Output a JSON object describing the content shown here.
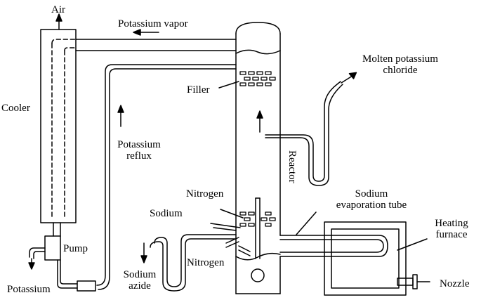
{
  "labels": {
    "air": "Air",
    "potassium_vapor": "Potassium vapor",
    "molten_kcl_line1": "Molten potassium",
    "molten_kcl_line2": "chloride",
    "filler": "Filler",
    "cooler": "Cooler",
    "potassium_reflux_line1": "Potassium",
    "potassium_reflux_line2": "reflux",
    "reactor": "Reactor",
    "nitrogen_top": "Nitrogen",
    "sodium_evap_line1": "Sodium",
    "sodium_evap_line2": "evaporation tube",
    "sodium": "Sodium",
    "heating_furnace_line1": "Heating",
    "heating_furnace_line2": "furnace",
    "pump": "Pump",
    "nitrogen_bottom": "Nitrogen",
    "sodium_azide_line1": "Sodium",
    "sodium_azide_line2": "azide",
    "nozzle": "Nozzle",
    "potassium": "Potassium"
  },
  "colors": {
    "stroke": "#000000",
    "background": "#ffffff"
  }
}
